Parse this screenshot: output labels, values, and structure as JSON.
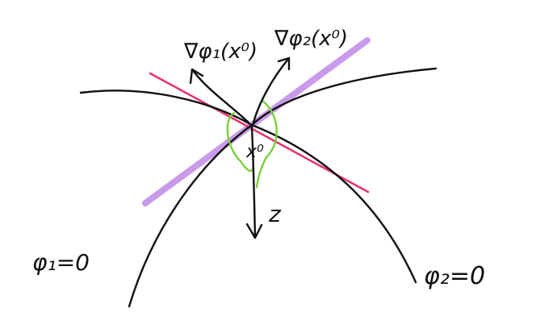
{
  "labels": {
    "grad_phi1": "∇φ₁(x⁰)",
    "grad_phi2": "∇φ₂(x⁰)",
    "point": "x⁰",
    "direction": "z",
    "surface1": "φ₁=0",
    "surface2": "φ₂=0"
  },
  "colors": {
    "curves": "#111111",
    "tangent_line_1": "#e8326a",
    "tangent_line_2": "#c99aea",
    "cone": "#7ccf3a"
  }
}
